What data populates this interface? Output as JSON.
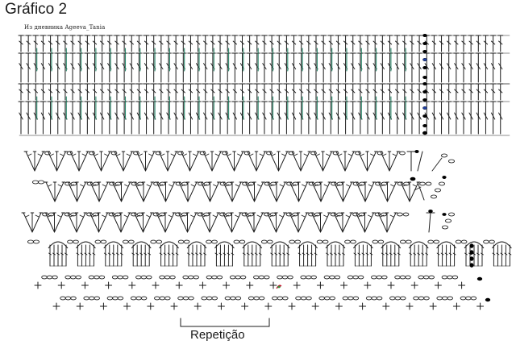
{
  "title": "Gráfico 2",
  "credit": "Из дневника Ageeva_Tania",
  "repeat_label": "Repetição",
  "colors": {
    "ink": "#1b1b1b",
    "teal": "#2e8b6e",
    "blue": "#1f3fa0",
    "red": "#c8102e",
    "black_dot": "#000000"
  },
  "stitch_rows_bottom_to_top": [
    "sc-and-chain-loops",
    "sc-and-chain-loops",
    "shell-fans",
    "v-stitch-clusters",
    "v-stitch-clusters",
    "v-stitch-clusters",
    "tall-stitch-band",
    "tall-stitch-band"
  ]
}
